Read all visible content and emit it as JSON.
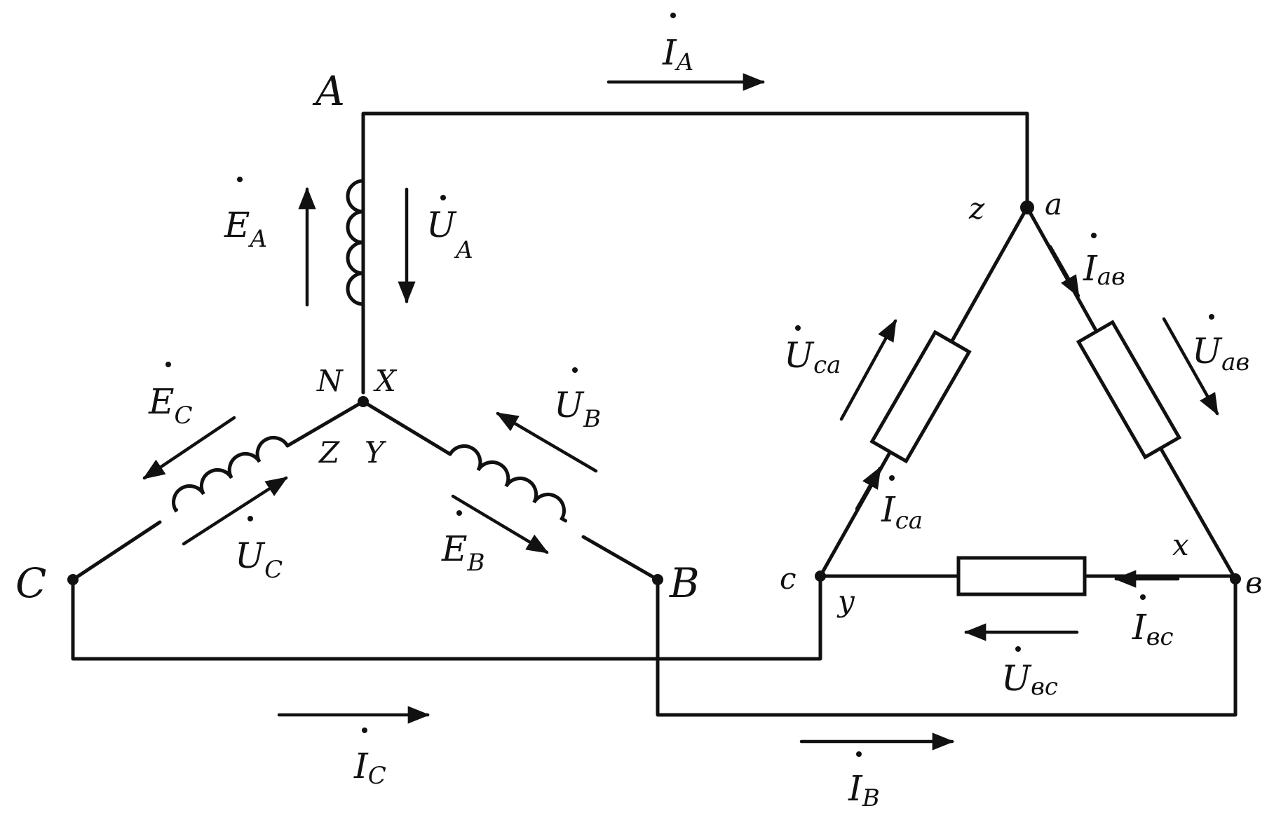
{
  "generator": {
    "nodes": {
      "A": "A",
      "B": "B",
      "C": "C",
      "N": "N",
      "X": "X",
      "Y": "Y",
      "Z": "Z"
    },
    "emf": [
      {
        "main": "E",
        "sub": "A"
      },
      {
        "main": "E",
        "sub": "B"
      },
      {
        "main": "E",
        "sub": "C"
      }
    ],
    "phase_voltage": [
      {
        "main": "U",
        "sub": "A"
      },
      {
        "main": "U",
        "sub": "B"
      },
      {
        "main": "U",
        "sub": "C"
      }
    ]
  },
  "line_current": [
    {
      "main": "I",
      "sub": "A"
    },
    {
      "main": "I",
      "sub": "B"
    },
    {
      "main": "I",
      "sub": "C"
    }
  ],
  "load": {
    "nodes": {
      "a": "a",
      "b": "в",
      "c": "c",
      "x": "x",
      "y": "y",
      "z": "z"
    },
    "phase_current": [
      {
        "main": "I",
        "sub": "aв"
      },
      {
        "main": "I",
        "sub": "вc"
      },
      {
        "main": "I",
        "sub": "ca"
      }
    ],
    "phase_voltage": [
      {
        "main": "U",
        "sub": "aв"
      },
      {
        "main": "U",
        "sub": "вc"
      },
      {
        "main": "U",
        "sub": "ca"
      }
    ]
  }
}
